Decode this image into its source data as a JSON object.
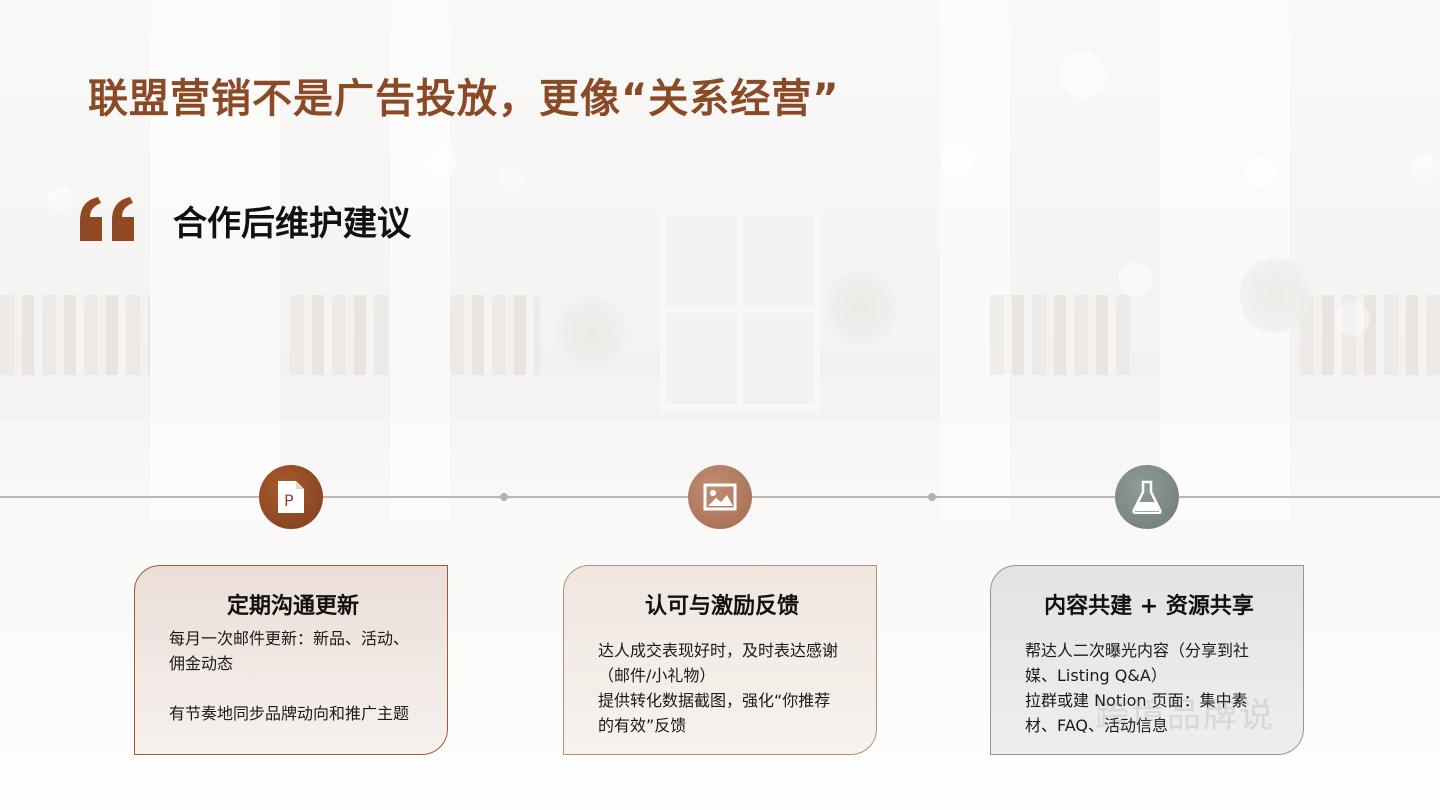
{
  "slide": {
    "title": "联盟营销不是广告投放，更像“关系经营”",
    "subtitle": "合作后维护建议",
    "watermark": "跨境品牌说"
  },
  "colors": {
    "title": "#8a4a25",
    "node1": "#8f4a24",
    "node2": "#b07c62",
    "node3": "#7e8c85"
  },
  "steps": [
    {
      "icon": "powerpoint-file-icon",
      "heading": "定期沟通更新",
      "lines": [
        "每月一次邮件更新：新品、活动、佣金动态",
        "有节奏地同步品牌动向和推广主题"
      ]
    },
    {
      "icon": "image-icon",
      "heading": "认可与激励反馈",
      "lines": [
        "达人成交表现好时，及时表达感谢（邮件/小礼物）",
        "提供转化数据截图，强化“你推荐的有效”反馈"
      ]
    },
    {
      "icon": "flask-icon",
      "heading": "内容共建 + 资源共享",
      "lines": [
        "帮达人二次曝光内容（分享到社媒、Listing Q&A）",
        "拉群或建 Notion 页面：集中素材、FAQ、活动信息"
      ]
    }
  ]
}
